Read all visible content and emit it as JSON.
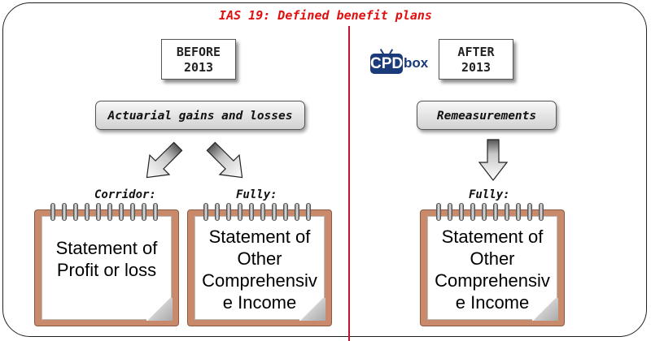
{
  "title": "IAS 19: Defined benefit plans",
  "before": {
    "year_line1": "BEFORE",
    "year_line2": "2013",
    "concept": "Actuarial gains and losses",
    "left_label": "Corridor:",
    "right_label": "Fully:",
    "left_pad": [
      "Statement of",
      "Profit or loss"
    ],
    "right_pad": [
      "Statement of",
      "Other",
      "Comprehensiv",
      "e Income"
    ]
  },
  "after": {
    "year_line1": "AFTER",
    "year_line2": "2013",
    "concept": "Remeasurements",
    "label": "Fully:",
    "pad": [
      "Statement of",
      "Other",
      "Comprehensiv",
      "e Income"
    ]
  },
  "logo": {
    "part1": "CPD",
    "part2": "box"
  },
  "colors": {
    "title": "#e01010",
    "divider": "#c8102e",
    "board": "#c98a6c",
    "logo": "#1b3a7a"
  }
}
